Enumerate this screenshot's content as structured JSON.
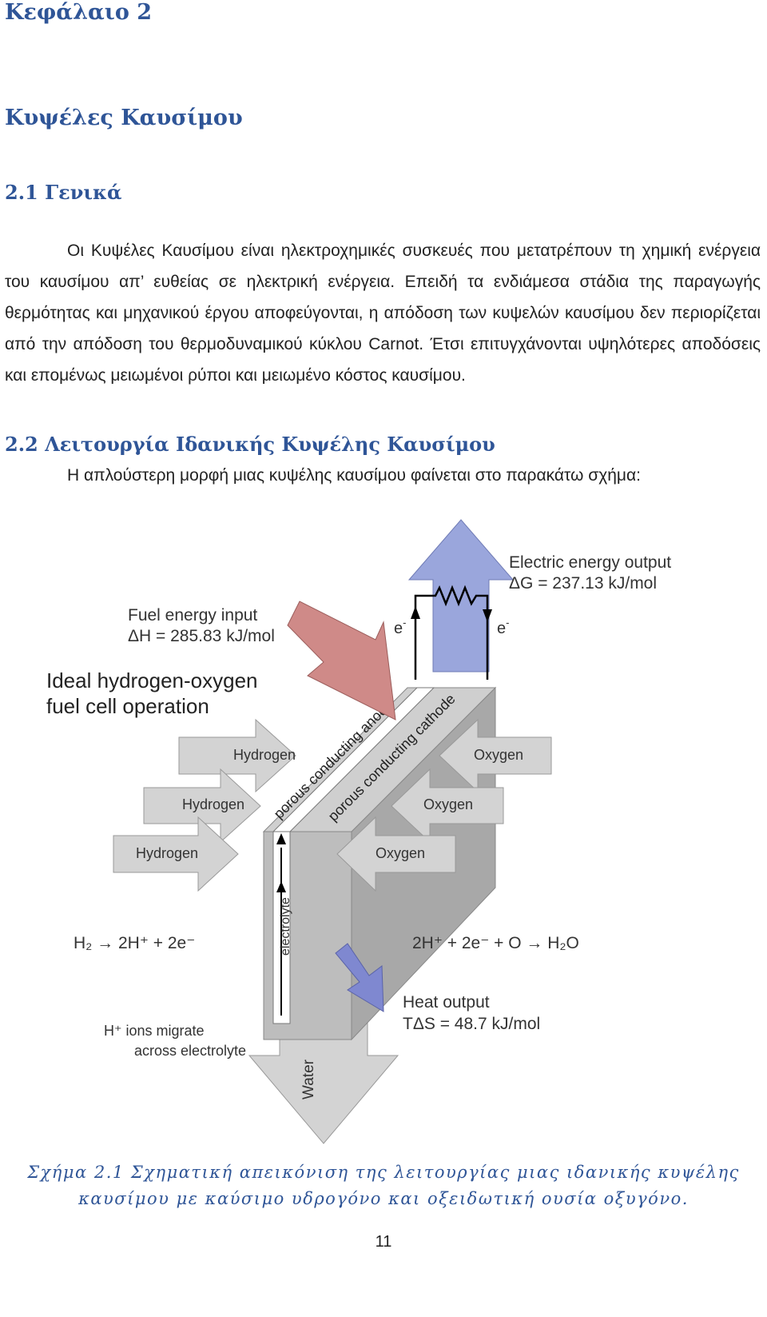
{
  "document": {
    "chapter_label": "Κεφάλαιο 2",
    "chapter_title": "Κυψέλες Καυσίμου",
    "section1_heading": "2.1 Γενικά",
    "section1_paragraph": "Οι Κυψέλες Καυσίμου είναι ηλεκτροχημικές συσκευές που μετατρέπουν τη χημική ενέργεια του καυσίμου απ’ ευθείας σε ηλεκτρική ενέργεια. Επειδή τα ενδιάμεσα στάδια της παραγωγής θερμότητας και μηχανικού έργου αποφεύγονται, η απόδοση των κυψελών καυσίμου δεν περιορίζεται από την απόδοση του θερμοδυναμικού κύκλου Carnot. Έτσι επιτυγχάνονται υψηλότερες αποδόσεις και επομένως μειωμένοι ρύποι και μειωμένο κόστος καυσίμου.",
    "section2_heading": "2.2 Λειτουργία Ιδανικής Κυψέλης Καυσίμου",
    "section2_paragraph": "Η απλούστερη μορφή μιας κυψέλης καυσίμου φαίνεται στο παρακάτω σχήμα:",
    "caption_line1": "Σχήμα 2.1 Σχηματική απεικόνιση της λειτουργίας μιας ιδανικής κυψέλης",
    "caption_line2": "καυσίμου με καύσιμο υδρογόνο και οξειδωτική ουσία οξυγόνο.",
    "page_number": "11"
  },
  "figure": {
    "electric_output_label": "Electric energy output",
    "electric_output_value": "ΔG = 237.13 kJ/mol",
    "fuel_input_label": "Fuel energy input",
    "fuel_input_value": "ΔH = 285.83 kJ/mol",
    "title_line1": "Ideal hydrogen-oxygen",
    "title_line2": "fuel cell operation",
    "electron_left": "e",
    "electron_right": "e",
    "electron_superscript": "-",
    "hydrogen_1": "Hydrogen",
    "hydrogen_2": "Hydrogen",
    "hydrogen_3": "Hydrogen",
    "oxygen_1": "Oxygen",
    "oxygen_2": "Oxygen",
    "oxygen_3": "Oxygen",
    "anode_label": "porous conducting anode",
    "cathode_label": "porous conducting cathode",
    "electrolyte_label": "electrolyte",
    "water_label": "Water",
    "anode_reaction": "H₂ → 2H⁺ + 2e⁻",
    "cathode_reaction": "2H⁺ + 2e⁻ + O → H₂O",
    "heat_output_label": "Heat output",
    "heat_output_value": "TΔS = 48.7 kJ/mol",
    "ion_note_line1": "H⁺ ions migrate",
    "ion_note_line2": "across electrolyte",
    "colors": {
      "heading_blue": "#2f5597",
      "electric_arrow": "#9aa6dc",
      "fuel_arrow": "#cf8a88",
      "heat_arrow": "#7f88d0",
      "gas_arrow": "#d3d3d3",
      "cell_gray": "#b5b5b5"
    }
  }
}
